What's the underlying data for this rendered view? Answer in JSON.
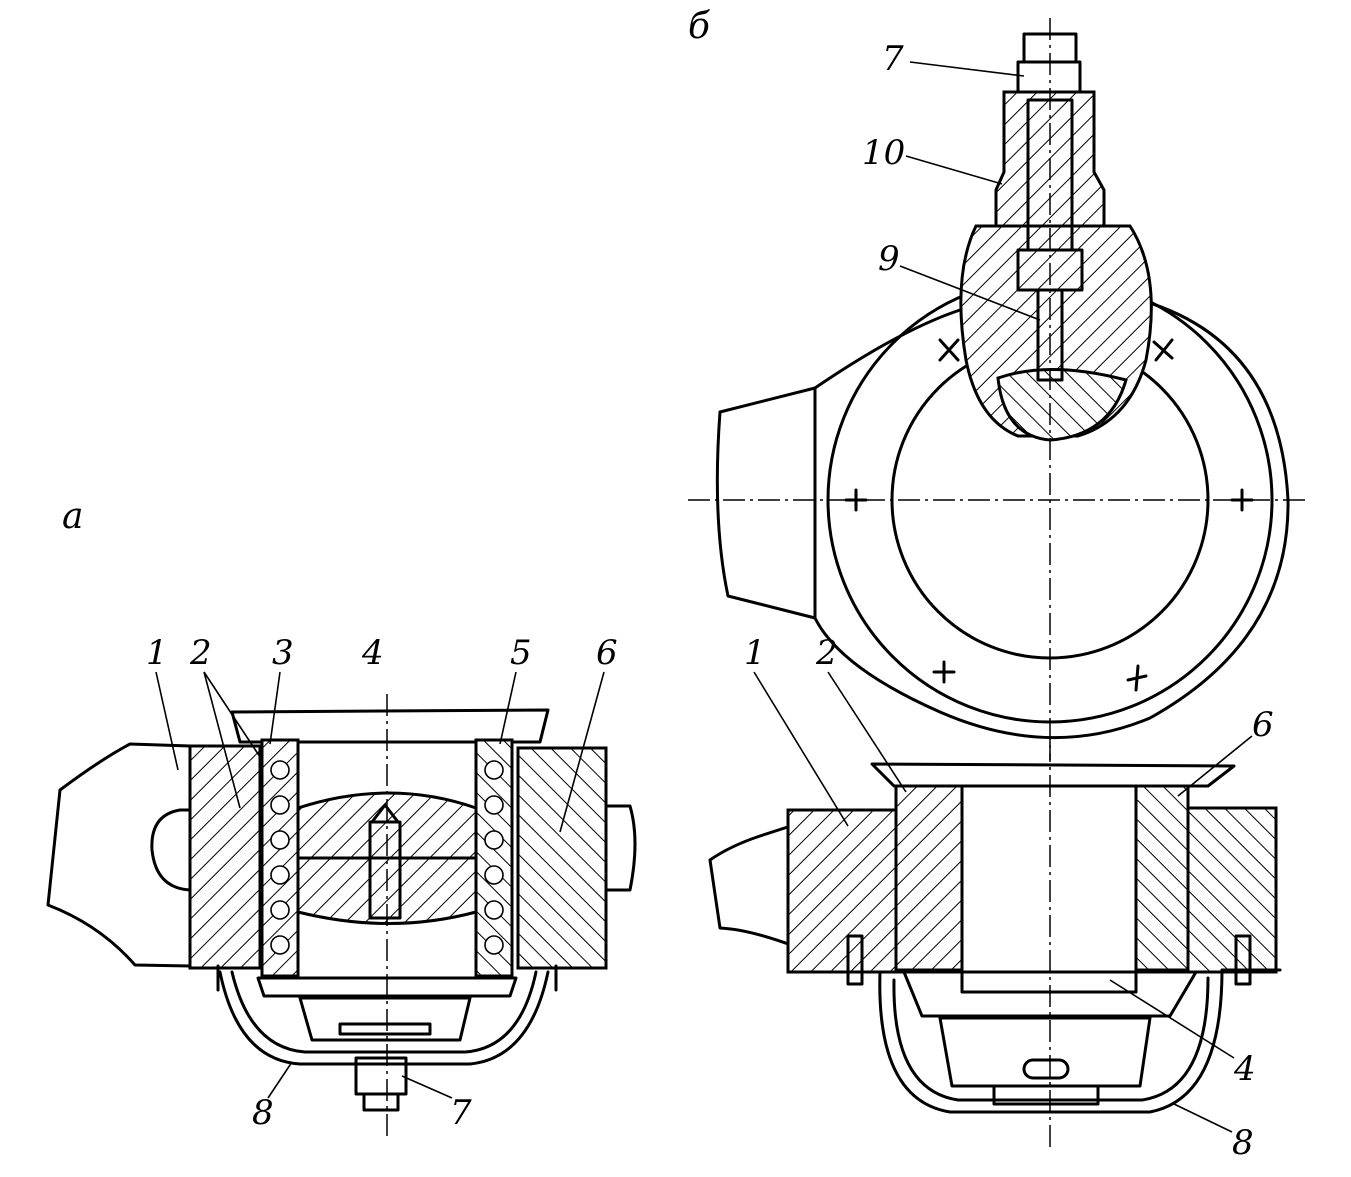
{
  "figure": {
    "section_a_label": "а",
    "section_b_label": "б",
    "view_a_labels": {
      "l1": "1",
      "l2": "2",
      "l3": "3",
      "l4": "4",
      "l5": "5",
      "l6": "6",
      "l7": "7",
      "l8": "8"
    },
    "view_b_labels": {
      "l7": "7",
      "l10": "10",
      "l9": "9",
      "l1": "1",
      "l2": "2",
      "l6": "6",
      "l4": "4",
      "l8": "8"
    }
  },
  "colors": {
    "ink": "#000000",
    "paper": "#ffffff"
  }
}
